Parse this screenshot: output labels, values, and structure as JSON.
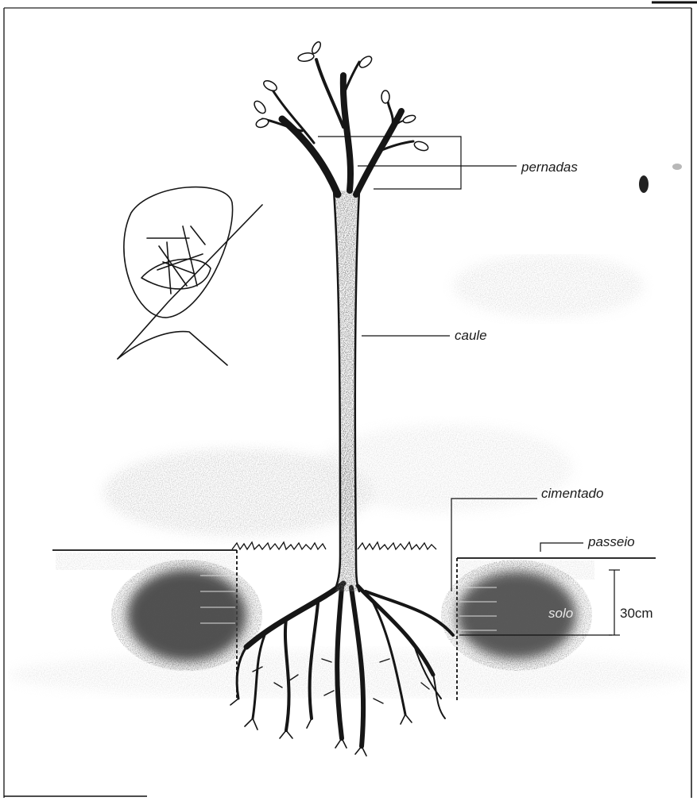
{
  "diagram": {
    "labels": {
      "pernadas": "pernadas",
      "caule": "caule",
      "cimentado": "cimentado",
      "passeio": "passeio",
      "solo": "solo",
      "depth": "30cm"
    },
    "colors": {
      "ink": "#161616",
      "paper": "#ffffff",
      "soil_shadow": "#4a4a4a",
      "stipple": "#8a8a8a"
    },
    "icons": [
      "signature-scribble-icon",
      "leaf-icon"
    ]
  }
}
